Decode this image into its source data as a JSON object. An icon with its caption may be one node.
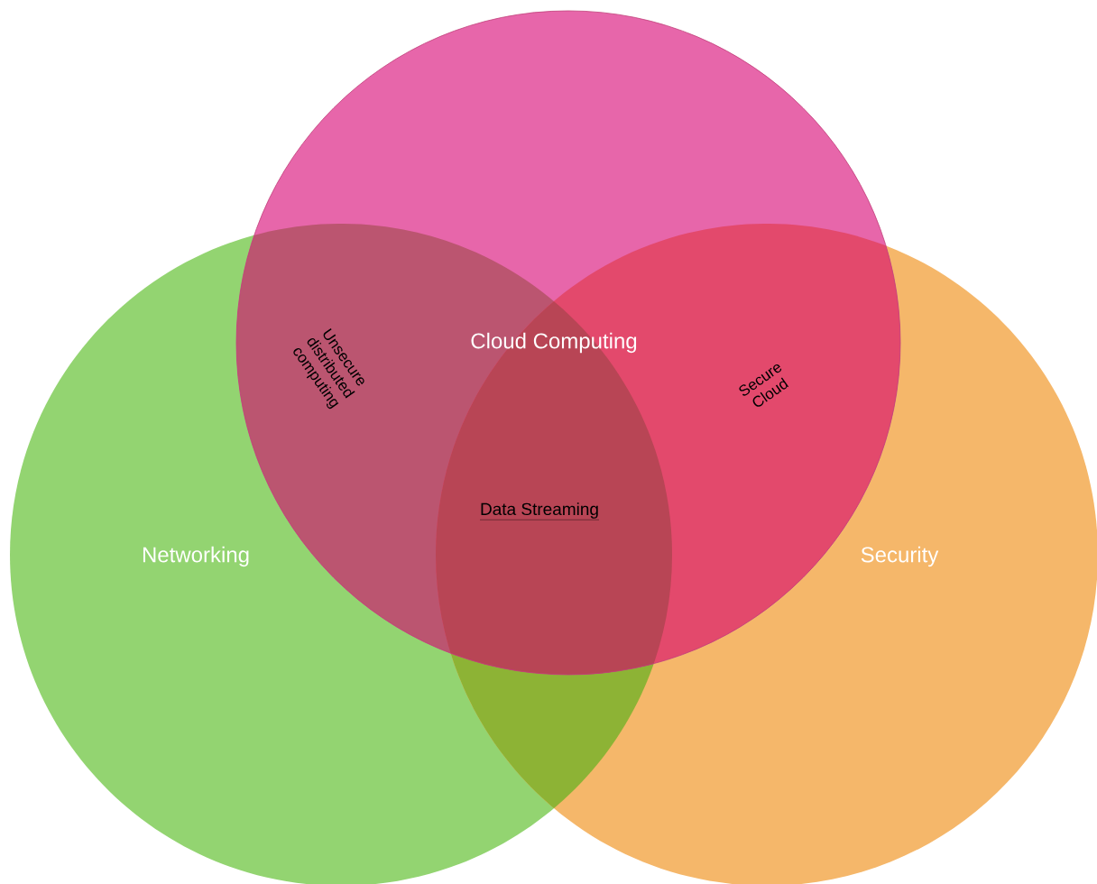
{
  "diagram": {
    "nodes": [
      {
        "text": [
          "Cloud Computing"
        ]
      },
      {
        "text": [
          "Networking"
        ]
      },
      {
        "text": [
          "Security"
        ]
      }
    ],
    "labels": [
      "Unsecure distributed computing",
      "Secure Cloud",
      "Data Streaming"
    ]
  }
}
